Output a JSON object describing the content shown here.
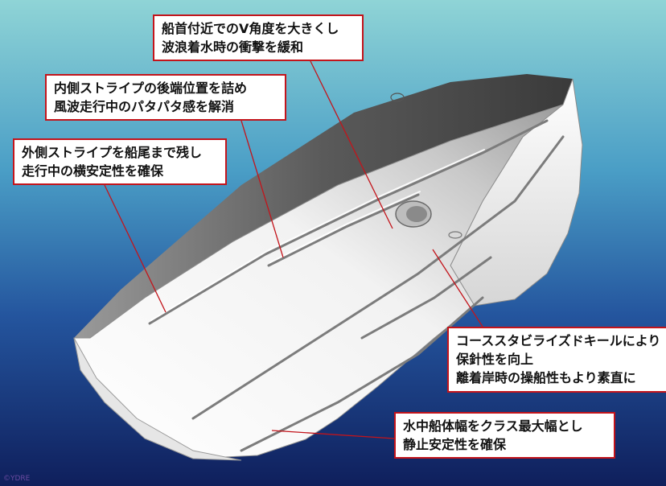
{
  "colors": {
    "bg_top": "#7fd0d8",
    "bg_mid": "#2f6fb0",
    "bg_bottom": "#10215e",
    "callout_border": "#c3141b",
    "leader_line": "#c3141b",
    "hull_light": "#ffffff",
    "hull_shadow": "#7a7a7a"
  },
  "callouts": {
    "bow_v_angle": {
      "line1": "船首付近でのV角度を大きくし",
      "line2": "波浪着水時の衝撃を緩和"
    },
    "inner_stripe": {
      "line1": "内側ストライプの後端位置を詰め",
      "line2": "風波走行中のパタパタ感を解消"
    },
    "outer_stripe": {
      "line1": "外側ストライプを船尾まで残し",
      "line2": "走行中の横安定性を確保"
    },
    "course_keel": {
      "line1": "コーススタビライズドキールにより",
      "line2": "保針性を向上",
      "line3": "離着岸時の操船性もより素直に"
    },
    "beam": {
      "line1": "水中船体幅をクラス最大幅とし",
      "line2": "静止安定性を確保"
    }
  },
  "watermark": "©YDRE"
}
